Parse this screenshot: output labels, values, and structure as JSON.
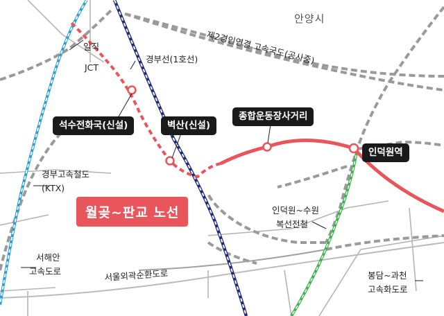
{
  "title": "월곶~판교 노선",
  "city_label": "안양시",
  "stations": {
    "seoksu": "석수전화국(신설)",
    "byeoksan": "벽산(신설)",
    "sports_complex": "종합운동장사거리",
    "indeogwon": "인덕원역"
  },
  "road_labels": {
    "expressway_2": "제2경인연결 고속국도(공사중)",
    "gyeongbu_line": "경부선(1호선)",
    "ilji_jct_1": "일직",
    "ilji_jct_2": "JCT",
    "ktx_1": "경부고속철도",
    "ktx_2": "(KTX)",
    "seohaean_1": "서해안",
    "seohaean_2": "고속도로",
    "ring_road": "서울외곽순환도로",
    "suwon_line_1": "인덕원~수원",
    "suwon_line_2": "복선전철",
    "bongdam_1": "봉담~과천",
    "bongdam_2": "고속화도로"
  },
  "colors": {
    "route": "#e8565b",
    "route_dashed": "#e8565b",
    "railway_navy": "#1f2a7a",
    "ktx_blue": "#2a9fd6",
    "suwon_green": "#3bb54a",
    "roads_grey": "#9a9a9a"
  }
}
